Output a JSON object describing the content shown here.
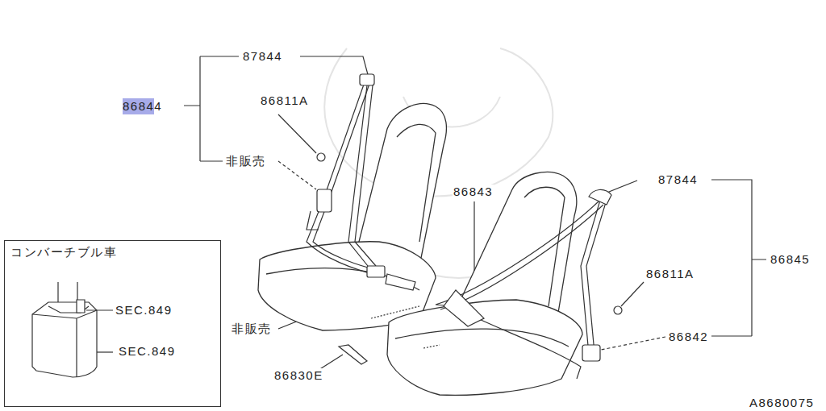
{
  "diagram": {
    "nodes": [
      {
        "text": [
          "86844"
        ]
      },
      {
        "text": [
          "コンバーチブル車",
          "SEC.849",
          "SEC.849"
        ]
      }
    ],
    "labels": [
      "87844",
      "86811A",
      "非販売",
      "86843",
      "87844",
      "86845",
      "86811A",
      "86842",
      "非販売",
      "86830E",
      "A8680075"
    ]
  }
}
